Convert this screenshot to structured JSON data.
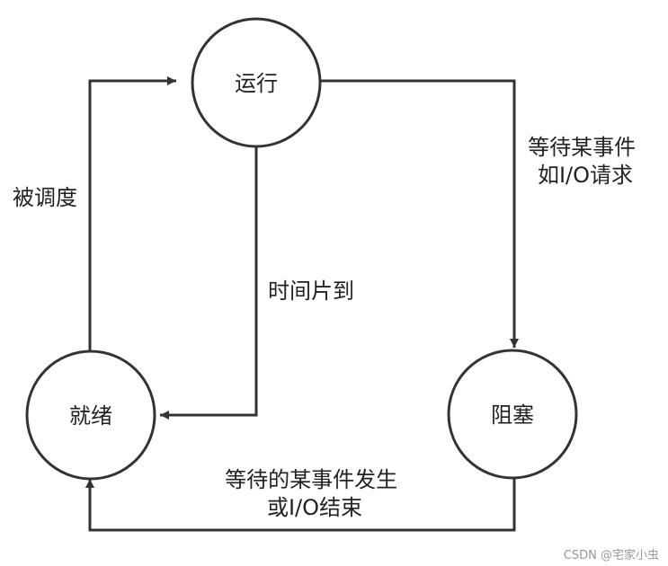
{
  "nodes": {
    "running": "运行",
    "ready": "就绪",
    "blocked": "阻塞"
  },
  "edges": {
    "ready_to_running": "被调度",
    "running_to_ready": "时间片到",
    "running_to_blocked": [
      "等待某事件",
      "如I/O请求"
    ],
    "blocked_to_ready": [
      "等待的某事件发生",
      "或I/O结束"
    ]
  },
  "watermark": "CSDN @宅家小虫",
  "colors": {
    "stroke": "#333333",
    "text": "#222222",
    "background": "#ffffff"
  }
}
